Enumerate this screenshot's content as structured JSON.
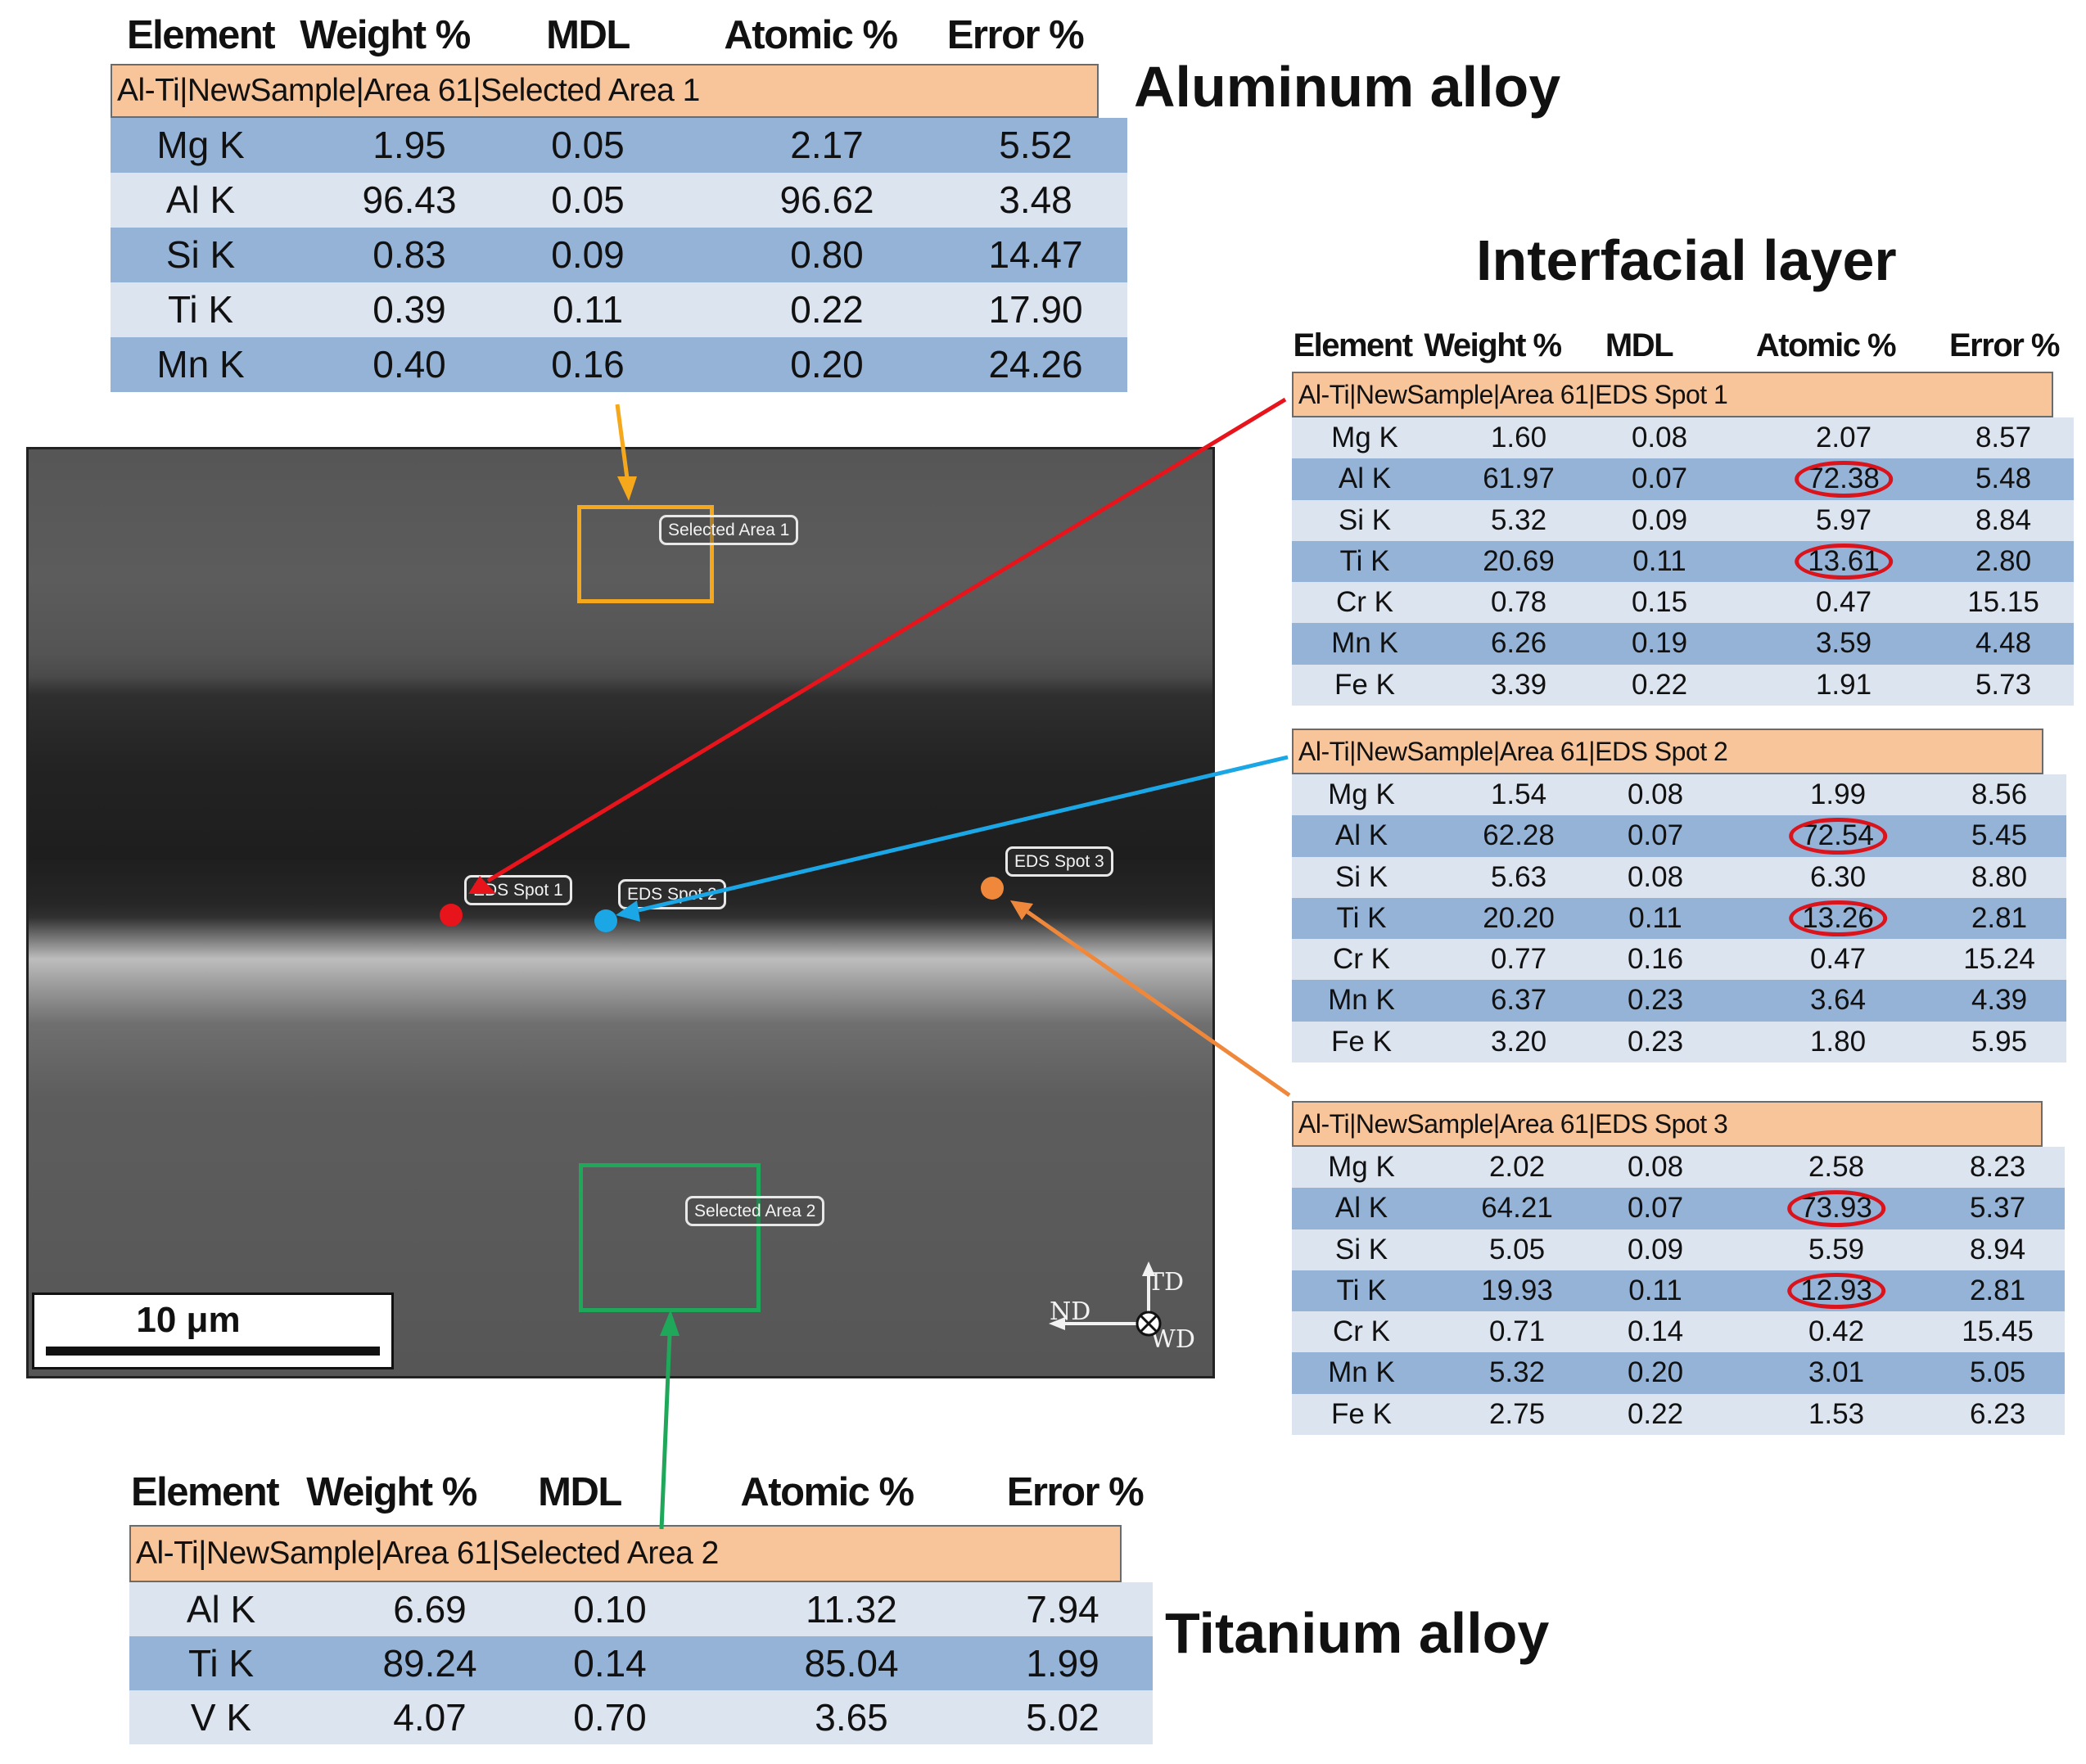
{
  "columns": [
    "Element",
    "Weight %",
    "MDL",
    "Atomic %",
    "Error %"
  ],
  "tables": {
    "aluminum": {
      "title": "Aluminum alloy",
      "bar": "Al-Ti|NewSample|Area 61|Selected Area 1",
      "rows": [
        [
          "Mg K",
          "1.95",
          "0.05",
          "2.17",
          "5.52"
        ],
        [
          "Al K",
          "96.43",
          "0.05",
          "96.62",
          "3.48"
        ],
        [
          "Si K",
          "0.83",
          "0.09",
          "0.80",
          "14.47"
        ],
        [
          "Ti K",
          "0.39",
          "0.11",
          "0.22",
          "17.90"
        ],
        [
          "Mn K",
          "0.40",
          "0.16",
          "0.20",
          "24.26"
        ]
      ]
    },
    "interfacial_title": "Interfacial layer",
    "spot1": {
      "bar": "Al-Ti|NewSample|Area 61|EDS Spot 1",
      "rows": [
        [
          "Mg K",
          "1.60",
          "0.08",
          "2.07",
          "8.57"
        ],
        [
          "Al K",
          "61.97",
          "0.07",
          "72.38",
          "5.48"
        ],
        [
          "Si K",
          "5.32",
          "0.09",
          "5.97",
          "8.84"
        ],
        [
          "Ti K",
          "20.69",
          "0.11",
          "13.61",
          "2.80"
        ],
        [
          "Cr K",
          "0.78",
          "0.15",
          "0.47",
          "15.15"
        ],
        [
          "Mn K",
          "6.26",
          "0.19",
          "3.59",
          "4.48"
        ],
        [
          "Fe K",
          "3.39",
          "0.22",
          "1.91",
          "5.73"
        ]
      ]
    },
    "spot2": {
      "bar": "Al-Ti|NewSample|Area 61|EDS Spot 2",
      "rows": [
        [
          "Mg K",
          "1.54",
          "0.08",
          "1.99",
          "8.56"
        ],
        [
          "Al K",
          "62.28",
          "0.07",
          "72.54",
          "5.45"
        ],
        [
          "Si K",
          "5.63",
          "0.08",
          "6.30",
          "8.80"
        ],
        [
          "Ti K",
          "20.20",
          "0.11",
          "13.26",
          "2.81"
        ],
        [
          "Cr K",
          "0.77",
          "0.16",
          "0.47",
          "15.24"
        ],
        [
          "Mn K",
          "6.37",
          "0.23",
          "3.64",
          "4.39"
        ],
        [
          "Fe K",
          "3.20",
          "0.23",
          "1.80",
          "5.95"
        ]
      ]
    },
    "spot3": {
      "bar": "Al-Ti|NewSample|Area 61|EDS Spot 3",
      "rows": [
        [
          "Mg K",
          "2.02",
          "0.08",
          "2.58",
          "8.23"
        ],
        [
          "Al K",
          "64.21",
          "0.07",
          "73.93",
          "5.37"
        ],
        [
          "Si K",
          "5.05",
          "0.09",
          "5.59",
          "8.94"
        ],
        [
          "Ti K",
          "19.93",
          "0.11",
          "12.93",
          "2.81"
        ],
        [
          "Cr K",
          "0.71",
          "0.14",
          "0.42",
          "15.45"
        ],
        [
          "Mn K",
          "5.32",
          "0.20",
          "3.01",
          "5.05"
        ],
        [
          "Fe K",
          "2.75",
          "0.22",
          "1.53",
          "6.23"
        ]
      ]
    },
    "titanium": {
      "title": "Titanium alloy",
      "bar": "Al-Ti|NewSample|Area 61|Selected Area 2",
      "rows": [
        [
          "Al K",
          "6.69",
          "0.10",
          "11.32",
          "7.94"
        ],
        [
          "Ti K",
          "89.24",
          "0.14",
          "85.04",
          "1.99"
        ],
        [
          "V  K",
          "4.07",
          "0.70",
          "3.65",
          "5.02"
        ]
      ]
    }
  },
  "sem": {
    "labels": {
      "selected_area_1": "Selected Area 1",
      "selected_area_2": "Selected Area 2",
      "eds_spot_1": "EDS Spot 1",
      "eds_spot_2": "EDS Spot 2",
      "eds_spot_3": "EDS Spot 3"
    },
    "scale_bar": "10 μm",
    "directions": {
      "td": "TD",
      "nd": "ND",
      "wd": "WD"
    }
  },
  "colors": {
    "spot1": "#e8141c",
    "spot2": "#1ba6e6",
    "spot3": "#f0883c",
    "area1": "#f5a81c",
    "area2": "#1fa85a",
    "table_header_bar": "#f8c49a",
    "row_dark": "#95b3d7",
    "row_light": "#dce4f0",
    "highlight_circle": "#d9141c"
  }
}
